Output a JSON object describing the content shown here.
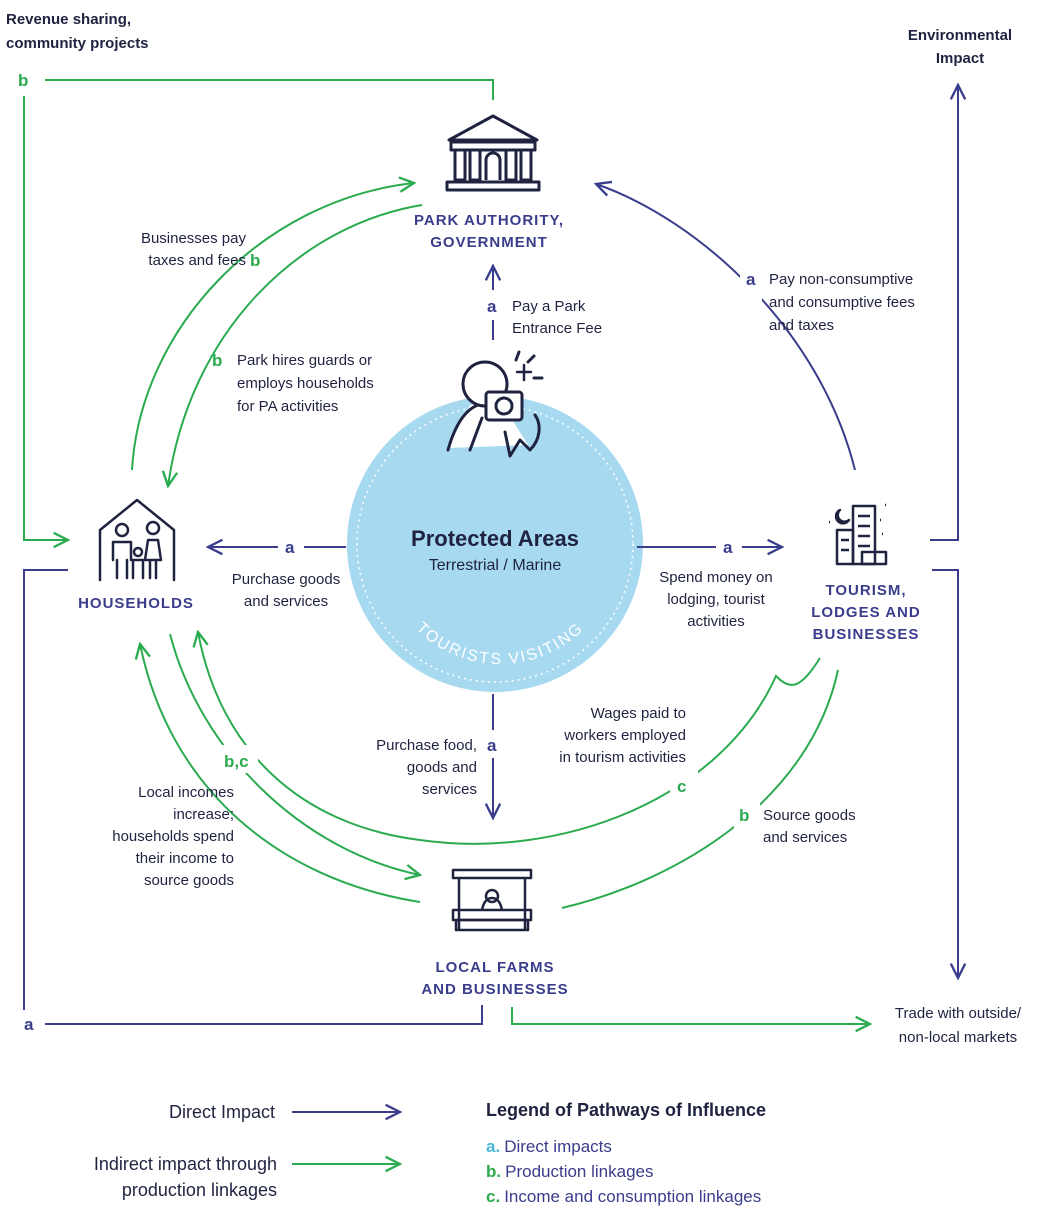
{
  "colors": {
    "direct": "#3a3d8c",
    "indirect": "#2bab4f",
    "circle": "#a7daf0",
    "legend_a": "#4ab8d8"
  },
  "top_left": {
    "line1": "Revenue sharing,",
    "line2": "community projects"
  },
  "top_right": {
    "line1": "Environmental",
    "line2": "Impact"
  },
  "center": {
    "title": "Protected Areas",
    "subtitle": "Terrestrial / Marine",
    "arc_text": "TOURISTS VISITING"
  },
  "nodes": {
    "park": {
      "line1": "PARK AUTHORITY,",
      "line2": "GOVERNMENT"
    },
    "households": {
      "label": "HOUSEHOLDS"
    },
    "tourism": {
      "line1": "TOURISM,",
      "line2": "LODGES AND",
      "line3": "BUSINESSES"
    },
    "farms": {
      "line1": "LOCAL FARMS",
      "line2": "AND BUSINESSES"
    }
  },
  "labels": {
    "pay_entrance": {
      "tag": "a",
      "line1": "Pay a Park",
      "line2": "Entrance Fee"
    },
    "biz_taxes": {
      "tag": "b",
      "line1": "Businesses pay",
      "line2": "taxes and fees"
    },
    "park_hires": {
      "tag": "b",
      "line1": "Park hires guards or",
      "line2": "employs households",
      "line3": "for PA activities"
    },
    "non_consumptive": {
      "tag": "a",
      "line1": "Pay non-consumptive",
      "line2": "and consumptive fees",
      "line3": "and taxes"
    },
    "purchase_goods": {
      "tag": "a",
      "line1": "Purchase goods",
      "line2": "and services"
    },
    "spend_money": {
      "tag": "a",
      "line1": "Spend money on",
      "line2": "lodging, tourist",
      "line3": "activities"
    },
    "wages": {
      "tag": "c",
      "line1": "Wages paid to",
      "line2": "workers employed",
      "line3": "in tourism activities"
    },
    "purchase_food": {
      "tag": "a",
      "line1": "Purchase food,",
      "line2": "goods and",
      "line3": "services"
    },
    "local_incomes": {
      "tag": "b,c",
      "line1": "Local incomes",
      "line2": "increase;",
      "line3": "households spend",
      "line4": "their income to",
      "line5": "source goods"
    },
    "source_goods": {
      "tag": "b",
      "line1": "Source goods",
      "line2": "and services"
    },
    "top_b": "b",
    "bottom_a": "a",
    "trade": {
      "line1": "Trade with outside/",
      "line2": "non-local markets"
    }
  },
  "legend": {
    "direct": "Direct Impact",
    "indirect_line1": "Indirect impact through",
    "indirect_line2": "production linkages",
    "title": "Legend of Pathways of Influence",
    "items": [
      {
        "key": "a.",
        "text": "Direct impacts"
      },
      {
        "key": "b.",
        "text": "Production linkages"
      },
      {
        "key": "c.",
        "text": "Income and consumption linkages"
      }
    ]
  }
}
